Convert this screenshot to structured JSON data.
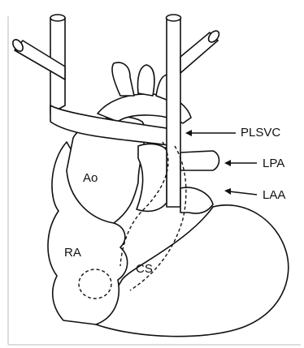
{
  "labels": {
    "plsvc": "PLSVC",
    "lpa": "LPA",
    "laa": "LAA",
    "ao": "Ao",
    "ra": "RA",
    "cs": "CS"
  }
}
